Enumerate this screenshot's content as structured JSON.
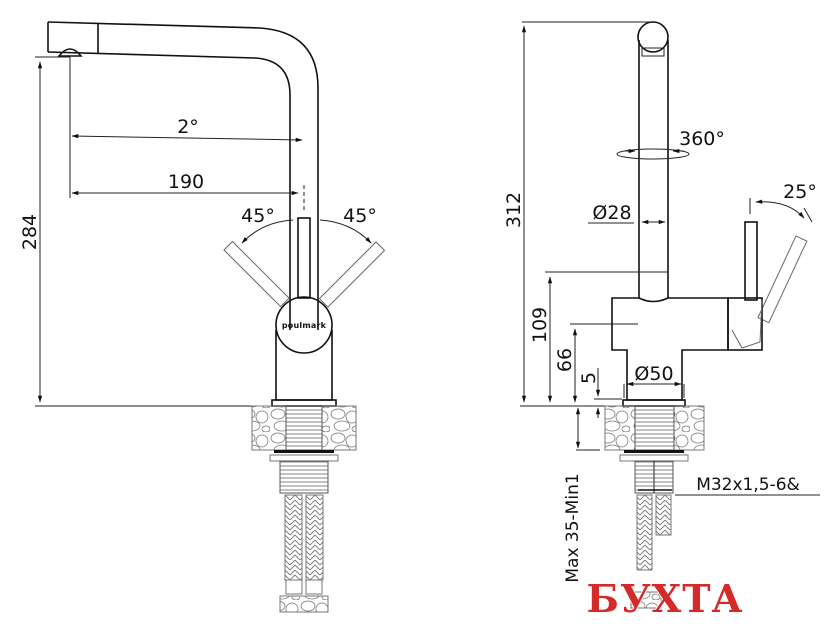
{
  "drawing": {
    "title": "Kitchen faucet technical drawing",
    "brand_logo": "poulmark",
    "watermark": "БУХТА",
    "watermark_color": "#d42a2a",
    "line_color": "#111111",
    "background": "#ffffff"
  },
  "front_view": {
    "height_label": "284",
    "spout_angle_label": "2°",
    "spout_reach_label": "190",
    "handle_left_angle_label": "45°",
    "handle_right_angle_label": "45°"
  },
  "side_view": {
    "total_height_label": "312",
    "rotation_label": "360°",
    "tube_diameter_label": "Ø28",
    "handle_tilt_label": "25°",
    "body_height_label": "109",
    "outlet_height_label": "66",
    "base_height_label": "5",
    "base_diameter_label": "Ø50",
    "countertop_label": "Max 35-Min1",
    "thread_label": "M32x1,5-6&"
  }
}
